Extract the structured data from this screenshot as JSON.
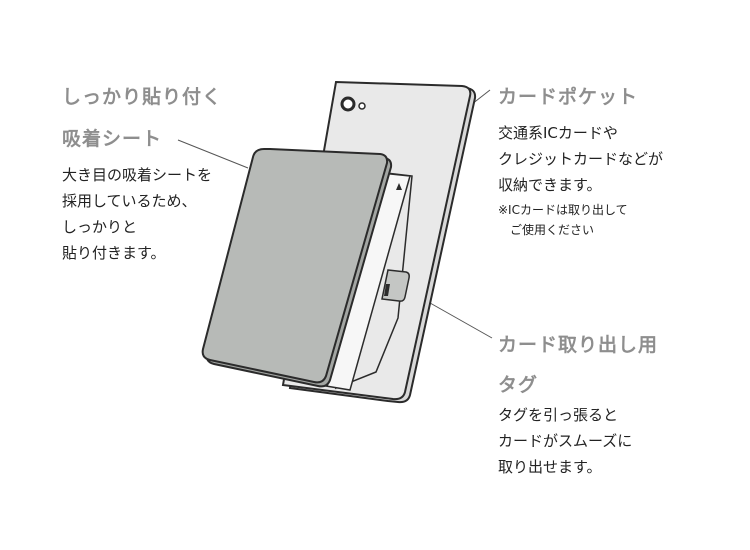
{
  "left_callout": {
    "heading_lines": [
      "しっかり貼り付く",
      "吸着シート"
    ],
    "body_lines": [
      "大き目の吸着シートを",
      "採用しているため、",
      "しっかりと",
      "貼り付きます。"
    ]
  },
  "pocket_callout": {
    "heading": "カードポケット",
    "body_lines": [
      "交通系ICカードや",
      "クレジットカードなどが",
      "収納できます。"
    ],
    "note_lines": [
      "※ICカードは取り出して",
      "　ご使用ください"
    ]
  },
  "tag_callout": {
    "heading_lines": [
      "カード取り出し用",
      "タグ"
    ],
    "body_lines": [
      "タグを引っ張ると",
      "カードがスムーズに",
      "取り出せます。"
    ]
  },
  "colors": {
    "heading_gray": "#8e8e8e",
    "outline": "#2b2b2b",
    "sheet_fill": "#b7bab7",
    "phone_fill": "#e9e9e9",
    "card_fill": "#f7f7f7"
  }
}
